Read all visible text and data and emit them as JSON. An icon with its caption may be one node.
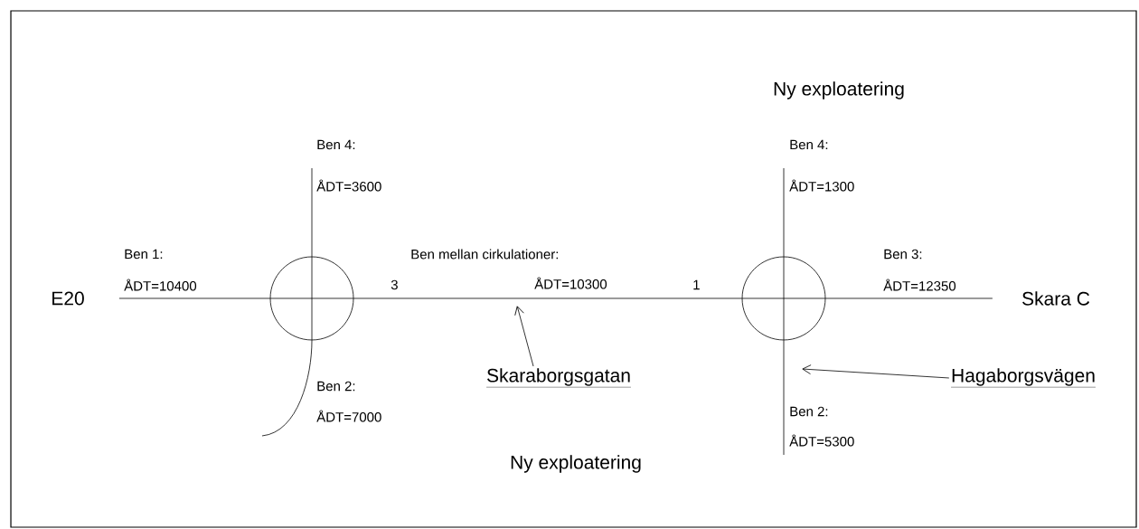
{
  "diagram": {
    "nodes": [
      {
        "text": [
          "E20"
        ]
      },
      {
        "text": [],
        "shape": "circle"
      },
      {
        "text": [],
        "shape": "circle"
      },
      {
        "text": [
          "Skara C"
        ]
      },
      {
        "text": [
          "Skaraborgsgatan"
        ]
      },
      {
        "text": [
          "Hagaborgsvägen"
        ]
      }
    ],
    "edges": [
      {
        "from": 0,
        "to": 1,
        "arrow": "none"
      },
      {
        "from": 1,
        "to": 2,
        "arrow": "none"
      },
      {
        "from": 2,
        "to": 3,
        "arrow": "none"
      },
      {
        "from": null,
        "to": 1,
        "arrow": "none"
      },
      {
        "from": null,
        "to": 1,
        "arrow": "none"
      },
      {
        "from": null,
        "to": 2,
        "arrow": "none"
      },
      {
        "from": null,
        "to": 2,
        "arrow": "none"
      },
      {
        "from": 4,
        "to": null,
        "arrow": "to"
      },
      {
        "from": 5,
        "to": null,
        "arrow": "to"
      }
    ],
    "labels": [
      "Ny exploatering",
      "Ben 4:",
      "ÅDT=3600",
      "Ben 4:",
      "ÅDT=1300",
      "Ben 1:",
      "Ben mellan cirkulationer:",
      "Ben 3:",
      "ÅDT=10400",
      "3",
      "ÅDT=10300",
      "1",
      "ÅDT=12350",
      "Ben 2:",
      "ÅDT=7000",
      "Ben 2:",
      "ÅDT=5300",
      "Ny exploatering"
    ]
  }
}
